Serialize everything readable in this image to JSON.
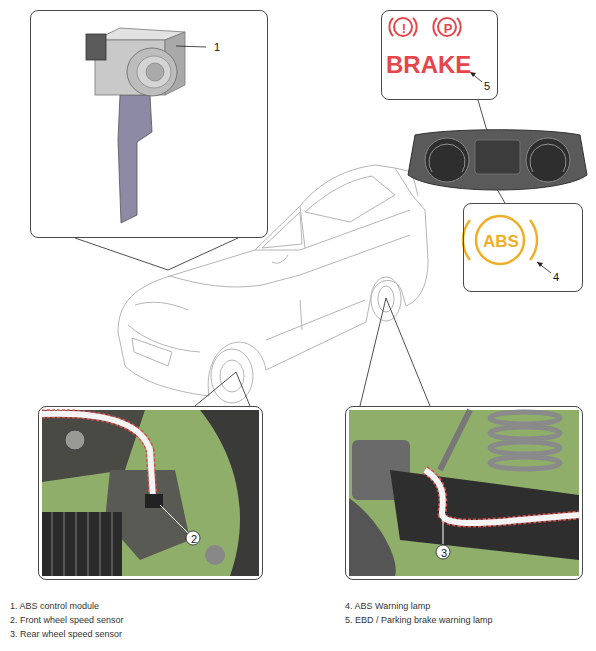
{
  "diagram": {
    "nodes": [
      {
        "text": [
          "1"
        ]
      },
      {
        "text": [
          "!",
          "P",
          "BRAKE",
          "5"
        ]
      },
      {
        "text": [
          "ABS",
          "4"
        ]
      },
      {
        "text": [
          "2"
        ]
      },
      {
        "text": [
          "3"
        ]
      }
    ],
    "labels": [
      "1. ABS control module",
      "2. Front wheel speed sensor",
      "3. Rear wheel speed sensor",
      "4. ABS Warning lamp",
      "5. EBD / Parking brake warning lamp"
    ]
  }
}
